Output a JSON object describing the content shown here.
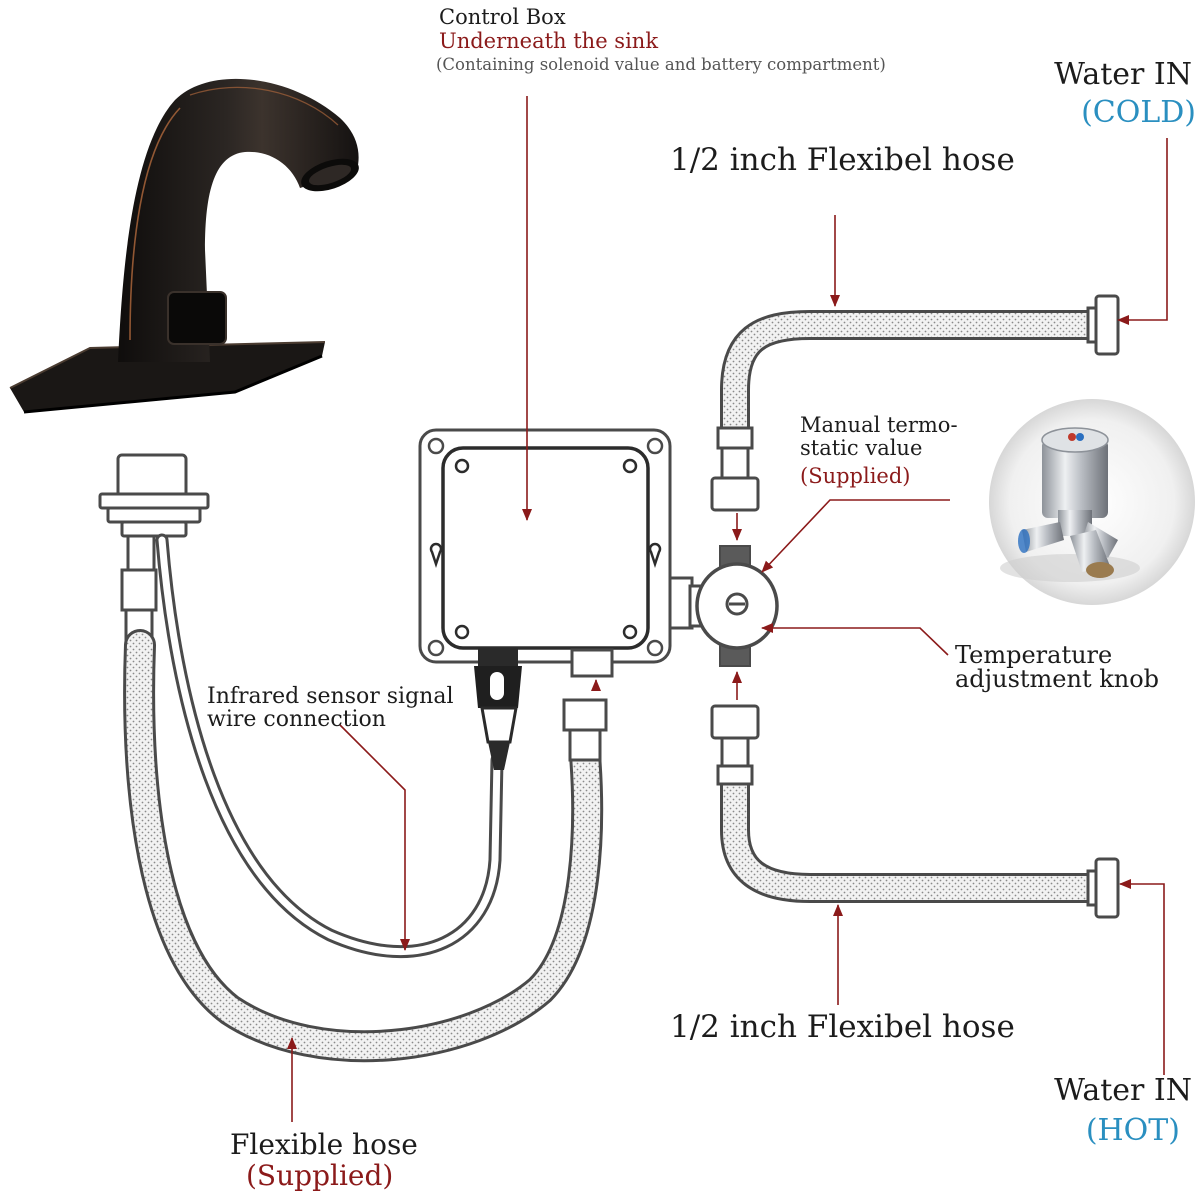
{
  "labels": {
    "control_box": "Control Box",
    "control_box_location": "Underneath the sink",
    "control_box_note": "(Containing solenoid value and battery compartment)",
    "water_in_cold": "Water IN",
    "cold": "(COLD)",
    "hose_top": "1/2 inch Flexibel hose",
    "valve_line1": "Manual termo-",
    "valve_line2": "static value",
    "valve_supplied": "(Supplied)",
    "knob_line1": "Temperature",
    "knob_line2": "adjustment knob",
    "sensor_line1": "Infrared sensor signal",
    "sensor_line2": "wire connection",
    "hose_bottom": "1/2 inch Flexibel hose",
    "water_in_hot": "Water IN",
    "hot": "(HOT)",
    "flex_hose": "Flexible hose",
    "flex_supplied": "(Supplied)"
  },
  "colors": {
    "annotation_red": "#8b1a1a",
    "cold_blue": "#2a8fc0",
    "faucet_finish": "#1e1a17",
    "copper_accent": "#a8643a",
    "line_grey": "#4a4a4a"
  },
  "icons": {
    "faucet": "touchless-faucet-icon",
    "valve_photo": "thermostatic-mixing-valve-icon"
  }
}
